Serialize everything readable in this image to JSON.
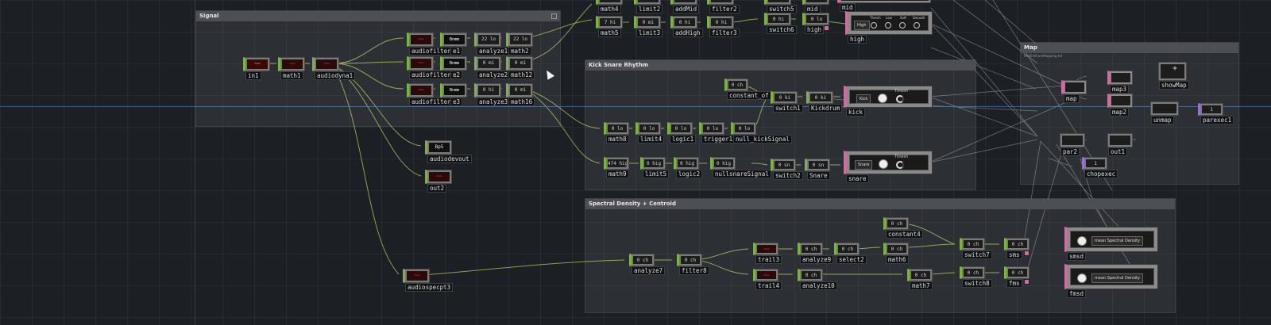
{
  "panels": {
    "signal": {
      "title": "Signal"
    },
    "kick_snare": {
      "title": "Kick Snare Rhythm"
    },
    "spectral": {
      "title": "Spectral Density + Centroid"
    },
    "map": {
      "title": "Map",
      "subtitle": "textExtFromMapping.txt"
    }
  },
  "nodes": {
    "in1": {
      "label": "in1"
    },
    "math1": {
      "label": "math1"
    },
    "audiodyna1": {
      "label": "audiodyna1"
    },
    "audiofilter1": {
      "label": "audiofilter1"
    },
    "audiofilter2": {
      "label": "audiofilter2"
    },
    "audiofilter3": {
      "label": "audiofilter3"
    },
    "se1": {
      "label": "e1",
      "value": "Bnmm"
    },
    "se2": {
      "label": "e2",
      "value": "Bnmm"
    },
    "se3": {
      "label": "e3",
      "value": "Bnmm"
    },
    "analyze1": {
      "label": "analyze1",
      "value": "22 lo"
    },
    "analyze2": {
      "label": "analyze2",
      "value": "0 mi"
    },
    "analyze3": {
      "label": "analyze3",
      "value": "0 hi"
    },
    "math2": {
      "label": "math2",
      "value": "22 lo"
    },
    "math12": {
      "label": "math12",
      "value": "0 mi"
    },
    "math16": {
      "label": "math16",
      "value": "0 mi"
    },
    "audiodevout": {
      "label": "audiodevout",
      "value": "Bp5"
    },
    "out2": {
      "label": "out2"
    },
    "audiospecpt3": {
      "label": "audiospecpt3"
    },
    "math4": {
      "label": "math4"
    },
    "limit2": {
      "label": "limit2"
    },
    "addMid": {
      "label": "addMid"
    },
    "filter2": {
      "label": "filter2"
    },
    "math5": {
      "label": "math5",
      "value": "7 hi"
    },
    "limit3": {
      "label": "limit3",
      "value": "0 mi"
    },
    "addHigh": {
      "label": "addHigh",
      "value": "0 hi"
    },
    "filter3": {
      "label": "filter3",
      "value": "0 hi"
    },
    "switch5": {
      "label": "switch5"
    },
    "mid": {
      "label": "mid"
    },
    "switch6": {
      "label": "switch6",
      "value": "0 hi"
    },
    "high": {
      "label": "high",
      "value": "0 lo"
    },
    "constant_of": {
      "label": "constant_of",
      "value": "0 ch"
    },
    "switch1": {
      "label": "switch1",
      "value": "0 ki"
    },
    "kickdrum": {
      "label": "Kickdrum",
      "value": "0 ki"
    },
    "math8": {
      "label": "math8",
      "value": "0 lo"
    },
    "limit4": {
      "label": "limit4",
      "value": "0 lo"
    },
    "logic1": {
      "label": "logic1",
      "value": "0 lo"
    },
    "trigger1": {
      "label": "trigger1",
      "value": "0 lo"
    },
    "null_kickSignal": {
      "label": "null_kickSignal",
      "value": "0 lo"
    },
    "math9": {
      "label": "math9",
      "value": "474 hig"
    },
    "limit5": {
      "label": "limit5",
      "value": "0 hig"
    },
    "logic2": {
      "label": "logic2",
      "value": "0 hig"
    },
    "nullsnareSignal": {
      "label": "nullsnareSignal",
      "value": "0 hig"
    },
    "switch2": {
      "label": "switch2",
      "value": "0 sn"
    },
    "snare_null": {
      "label": "Snare",
      "value": "0 sn"
    },
    "analyze7": {
      "label": "analyze7",
      "value": "0 ch"
    },
    "filter8": {
      "label": "filter8",
      "value": "0 ch"
    },
    "trail3": {
      "label": "trail3"
    },
    "trail4": {
      "label": "trail4"
    },
    "analyze9": {
      "label": "analyze9",
      "value": "0 ch"
    },
    "select2": {
      "label": "select2",
      "value": "0 ch"
    },
    "analyze10": {
      "label": "analyze10",
      "value": "0 ch"
    },
    "constant4": {
      "label": "constant4",
      "value": "0 ch"
    },
    "math6": {
      "label": "math6",
      "value": "0 ch"
    },
    "math7": {
      "label": "math7",
      "value": "0 ch"
    },
    "switch7": {
      "label": "switch7",
      "value": "0 ch"
    },
    "switch8": {
      "label": "switch8",
      "value": "0 ch"
    },
    "sms": {
      "label": "sms",
      "value": "0 ch"
    },
    "fms": {
      "label": "fms",
      "value": "0 ch"
    },
    "map": {
      "label": "map"
    },
    "map3": {
      "label": "map3"
    },
    "map2": {
      "label": "map2"
    },
    "showMap": {
      "label": "showMap"
    },
    "unmap": {
      "label": "unmap"
    },
    "parexec1": {
      "label": "parexec1",
      "value": "1"
    },
    "par2": {
      "label": "par2"
    },
    "out1": {
      "label": "out1"
    },
    "chopexec": {
      "label": "chopexec",
      "value": "1"
    }
  },
  "widgets": {
    "high": {
      "label": "high",
      "tag": "High",
      "knob_labels": [
        "Thresh",
        "Low",
        "Soft",
        "Smooth"
      ]
    },
    "kick": {
      "label": "kick",
      "text": "Kick",
      "thresh_label": "Thresh"
    },
    "snare": {
      "label": "snare",
      "text": "Snare",
      "thresh_label": "Thresh"
    },
    "smsd": {
      "label": "smsd",
      "text": "mean Spectral Density"
    },
    "fmsd": {
      "label": "fmsd",
      "text": "mean Spectral Density"
    }
  },
  "colors": {
    "chop": "#7cb342",
    "comp": "#d16d9e",
    "wire": "#9ab85a",
    "guide": "#4a6a96"
  }
}
